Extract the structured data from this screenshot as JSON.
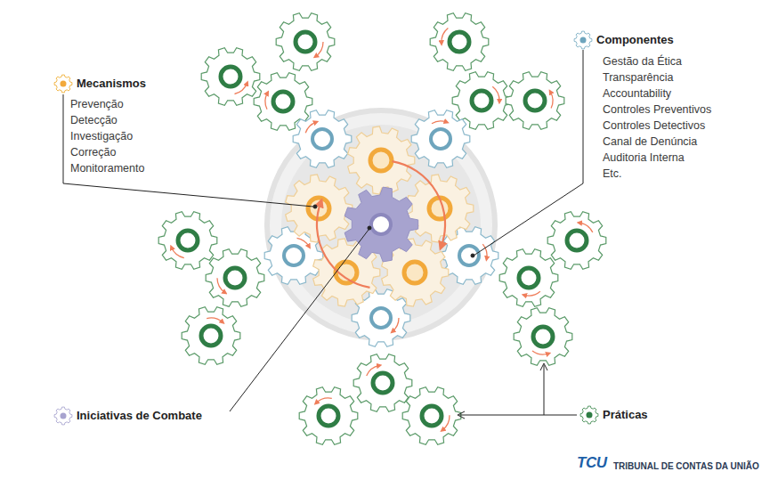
{
  "diagram": {
    "labels": [
      "Mecanismos",
      "Prevenção",
      "Detecção",
      "Investigação",
      "Correção",
      "Monitoramento",
      "Componentes",
      "Gestão da Ética",
      "Transparência",
      "Accountability",
      "Controles Preventivos",
      "Controles Detectivos",
      "Canal de Denúncia",
      "Auditoria Interna",
      "Etc.",
      "Iniciativas de Combate",
      "Práticas",
      "TCU",
      "TRIBUNAL DE CONTAS DA UNIÃO"
    ]
  }
}
